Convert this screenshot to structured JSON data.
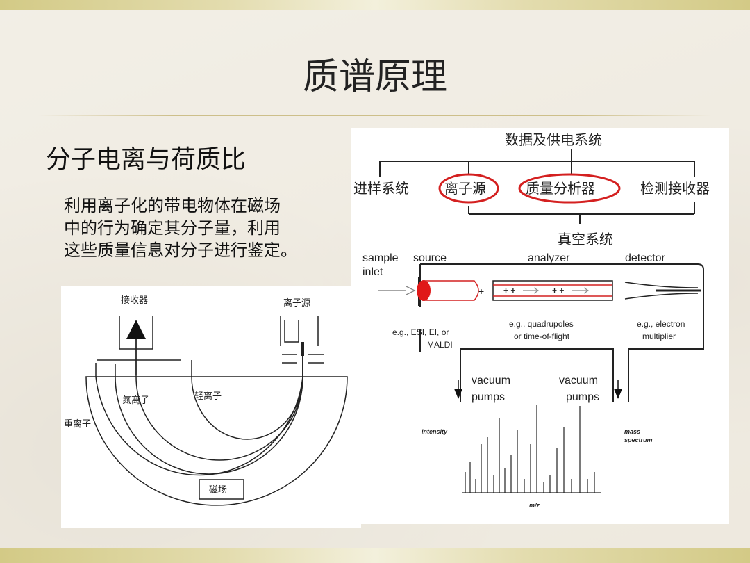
{
  "slide": {
    "title": "质谱原理",
    "subtitle": "分子电离与荷质比",
    "body_lines": [
      "利用离子化的带电物体在磁场",
      "中的行为确定其分子量，利用",
      "这些质量信息对分子进行鉴定。"
    ]
  },
  "block_diagram": {
    "top": "数据及供电系统",
    "modules": [
      "进样系统",
      "离子源",
      "质量分析器",
      "检测接收器"
    ],
    "bottom": "真空系统"
  },
  "instrument": {
    "labels": [
      "sample",
      "inlet",
      "source",
      "analyzer",
      "detector"
    ],
    "notes": [
      "e.g., ESI, EI, or",
      "MALDI",
      "e.g., quadrupoles",
      "or time-of-flight",
      "e.g., electron",
      "multiplier"
    ],
    "pumps": [
      "vacuum",
      "pumps",
      "vacuum",
      "pumps"
    ],
    "ions": [
      "+ +",
      "+ +"
    ],
    "plus": "+",
    "spectrum_y": "Intensity",
    "spectrum_x": "m/z",
    "spectrum_caption": [
      "mass",
      "spectrum"
    ]
  },
  "magnetic": {
    "receiver": "接收器",
    "source": "离子源",
    "medium_ion": "氮离子",
    "light_ion": "轻离子",
    "heavy_ion": "重离子",
    "field": "磁场"
  }
}
